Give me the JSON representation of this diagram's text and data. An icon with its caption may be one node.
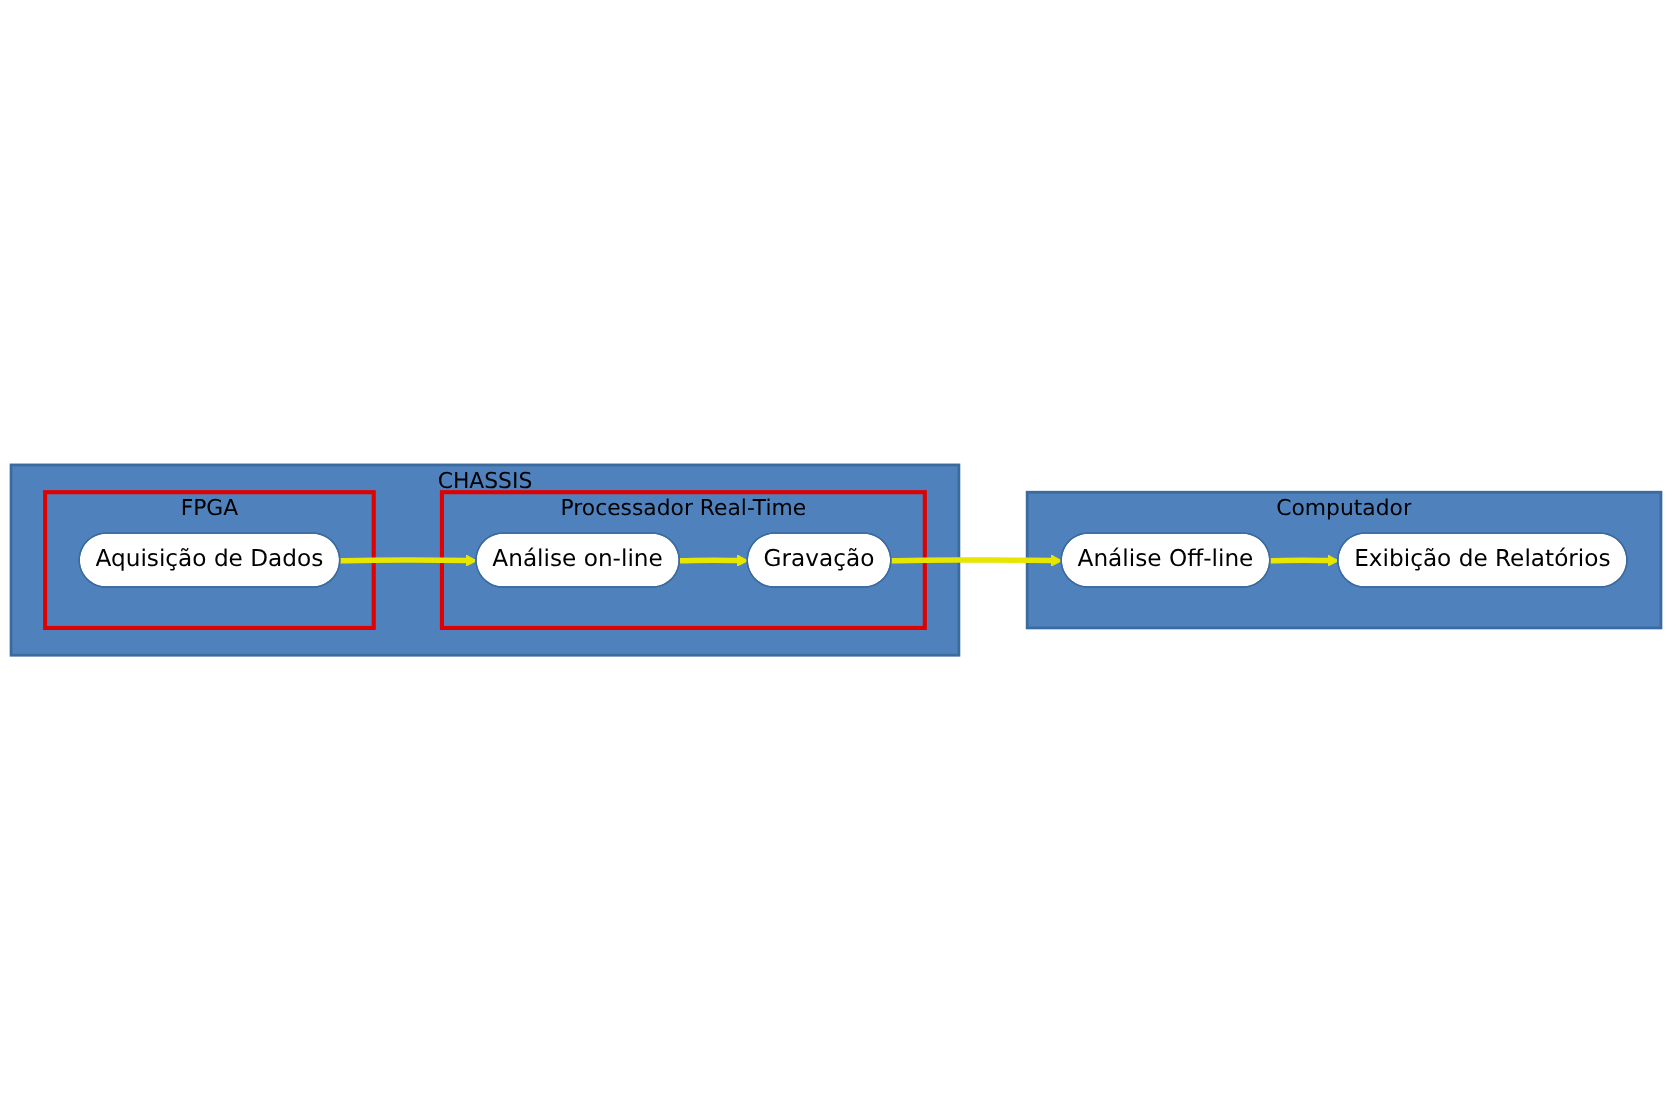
{
  "diagram": {
    "nodes": [
      {
        "text": [
          "CHASSIS"
        ]
      },
      {
        "text": [
          "FPGA"
        ],
        "in": 0
      },
      {
        "text": [
          "Processador Real-Time"
        ],
        "in": 0
      },
      {
        "text": [
          "Aquisição de Dados"
        ],
        "in": 1
      },
      {
        "text": [
          "Gravação"
        ],
        "in": 2
      },
      {
        "text": [
          "Análise on-line"
        ],
        "in": 2
      },
      {
        "text": [
          "Computador"
        ]
      },
      {
        "text": [
          "Análise Off-line"
        ],
        "in": 6
      },
      {
        "text": [
          "Exibição de Relatórios"
        ],
        "in": 6
      }
    ],
    "edges": [
      {
        "from": 3,
        "to": 5,
        "arrow": "to"
      },
      {
        "from": 5,
        "to": 4,
        "arrow": "to"
      },
      {
        "from": 4,
        "to": 7,
        "arrow": "to"
      },
      {
        "from": 7,
        "to": 8,
        "arrow": "to"
      }
    ]
  }
}
